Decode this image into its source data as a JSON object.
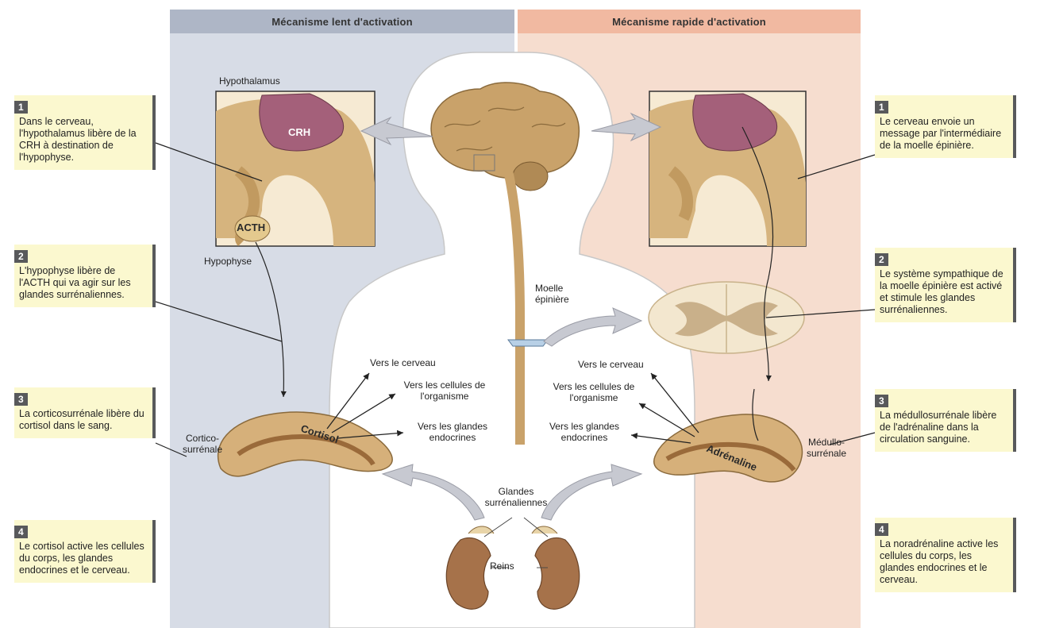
{
  "headers": {
    "left": "Mécanisme lent d'activation",
    "right": "Mécanisme rapide d'activation"
  },
  "left_steps": [
    {
      "num": "1",
      "text": "Dans le cerveau, l'hypothalamus libère de la CRH à destination de l'hypophyse."
    },
    {
      "num": "2",
      "text": "L'hypophyse libère de l'ACTH qui va agir sur les glandes surrénaliennes."
    },
    {
      "num": "3",
      "text": "La corticosurrénale libère du cortisol dans le sang."
    },
    {
      "num": "4",
      "text": "Le cortisol active les cellules du corps, les glandes endocrines et le cerveau."
    }
  ],
  "right_steps": [
    {
      "num": "1",
      "text": "Le cerveau envoie un message par l'intermédiaire de la moelle épinière."
    },
    {
      "num": "2",
      "text": "Le système sympathique de la moelle épinière est activé et stimule les glandes surrénaliennes."
    },
    {
      "num": "3",
      "text": "La médullosurrénale libère de l'adrénaline dans la circulation sanguine."
    },
    {
      "num": "4",
      "text": "La noradrénaline active les cellules du corps, les glandes endocrines et le cerveau."
    }
  ],
  "labels": {
    "hypothalamus": "Hypothalamus",
    "crh": "CRH",
    "acth": "ACTH",
    "hypophyse": "Hypophyse",
    "moelle": "Moelle épinière",
    "cortico": "Cortico-surrénale",
    "cortisol": "Cortisol",
    "adrenaline": "Adrénaline",
    "medullo": "Médullo-surrénale",
    "glandes": "Glandes surrénaliennes",
    "reins": "Reins",
    "left_targets": [
      "Vers le cerveau",
      "Vers les cellules de l'organisme",
      "Vers les glandes endocrines"
    ],
    "right_targets": [
      "Vers le cerveau",
      "Vers les cellules de l'organisme",
      "Vers les glandes endocrines"
    ]
  },
  "colors": {
    "left_header": "#aeb6c6",
    "right_header": "#f1b9a1",
    "left_panel": "#d7dce6",
    "right_panel": "#f6ddcf",
    "callout_bg": "#fbf8cf",
    "callout_num": "#58595b"
  }
}
